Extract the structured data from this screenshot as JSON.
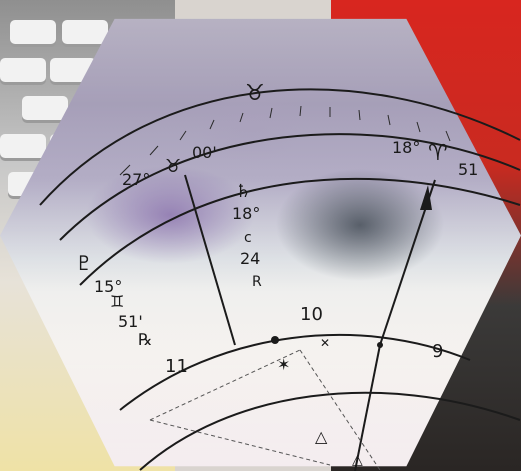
{
  "chart": {
    "signs": {
      "taurus_top": "♉",
      "taurus_left": "♉",
      "aries_right": "♈",
      "saturn": "♄",
      "pluto": "♇",
      "gemini": "♊",
      "retrograde": "℞",
      "star": "✶",
      "triangle_1": "△",
      "triangle_2": "△",
      "small_x": "✕"
    },
    "degrees": {
      "taurus_deg": "27°",
      "taurus_min": "00'",
      "aries_deg": "18°",
      "aries_min": "51",
      "saturn_deg": "18°",
      "saturn_min": "24",
      "pluto_deg": "15°",
      "gemini_min": "51'",
      "saturn_extra": "c",
      "saturn_extra2": "R"
    },
    "houses": {
      "h10": "10",
      "h9": "9",
      "h11": "11"
    }
  },
  "colors": {
    "ink": "#1a1a1a",
    "hex_purple": "#7b60a2",
    "hex_dark": "#2d3642",
    "bg_red": "#d8261f"
  }
}
